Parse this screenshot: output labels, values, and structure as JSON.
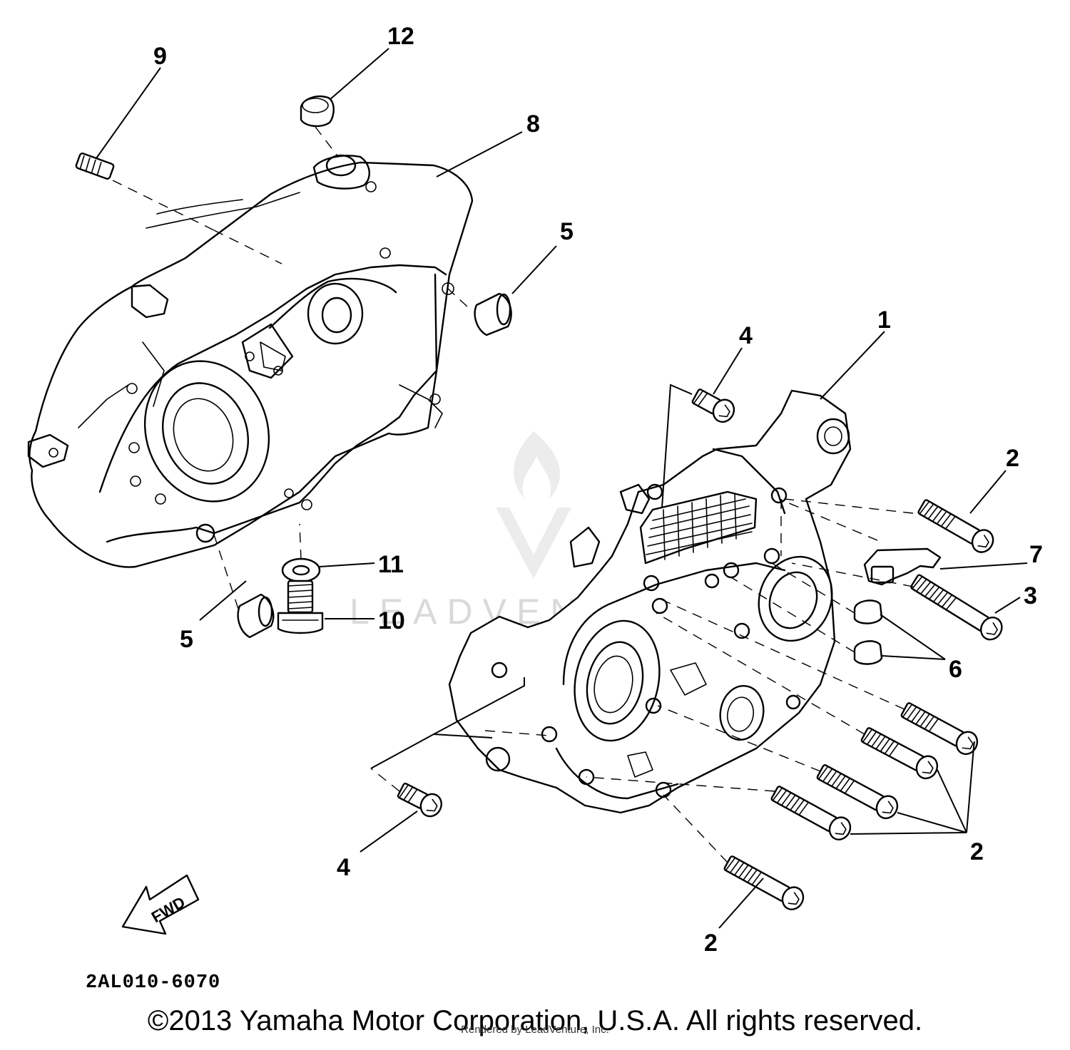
{
  "diagram": {
    "callouts": {
      "c1": "1",
      "c2a": "2",
      "c2b": "2",
      "c2c": "2",
      "c3": "3",
      "c4a": "4",
      "c4b": "4",
      "c5a": "5",
      "c5b": "5",
      "c6": "6",
      "c7": "7",
      "c8": "8",
      "c9": "9",
      "c10": "10",
      "c11": "11",
      "c12": "12"
    },
    "fwd_label": "FWD",
    "diagram_code": "2AL010-6070"
  },
  "watermark": "LEADVENTURE",
  "footer": {
    "copyright": "©2013 Yamaha Motor Corporation, U.S.A. All rights reserved.",
    "rendered_by": "Rendered by LeadVenture, Inc."
  }
}
